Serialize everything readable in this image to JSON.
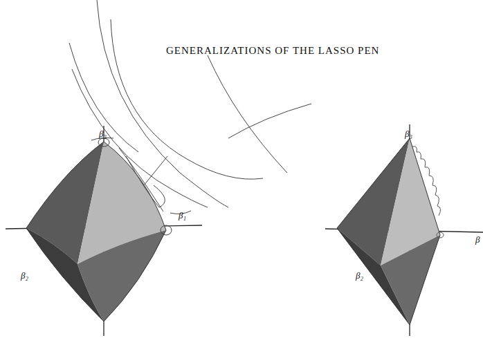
{
  "diagram": {
    "title": "GENERALIZATIONS OF THE LASSO PEN",
    "labels": [
      "β₃",
      "β₁",
      "β₂",
      "β₃",
      "β₂",
      "β"
    ]
  }
}
